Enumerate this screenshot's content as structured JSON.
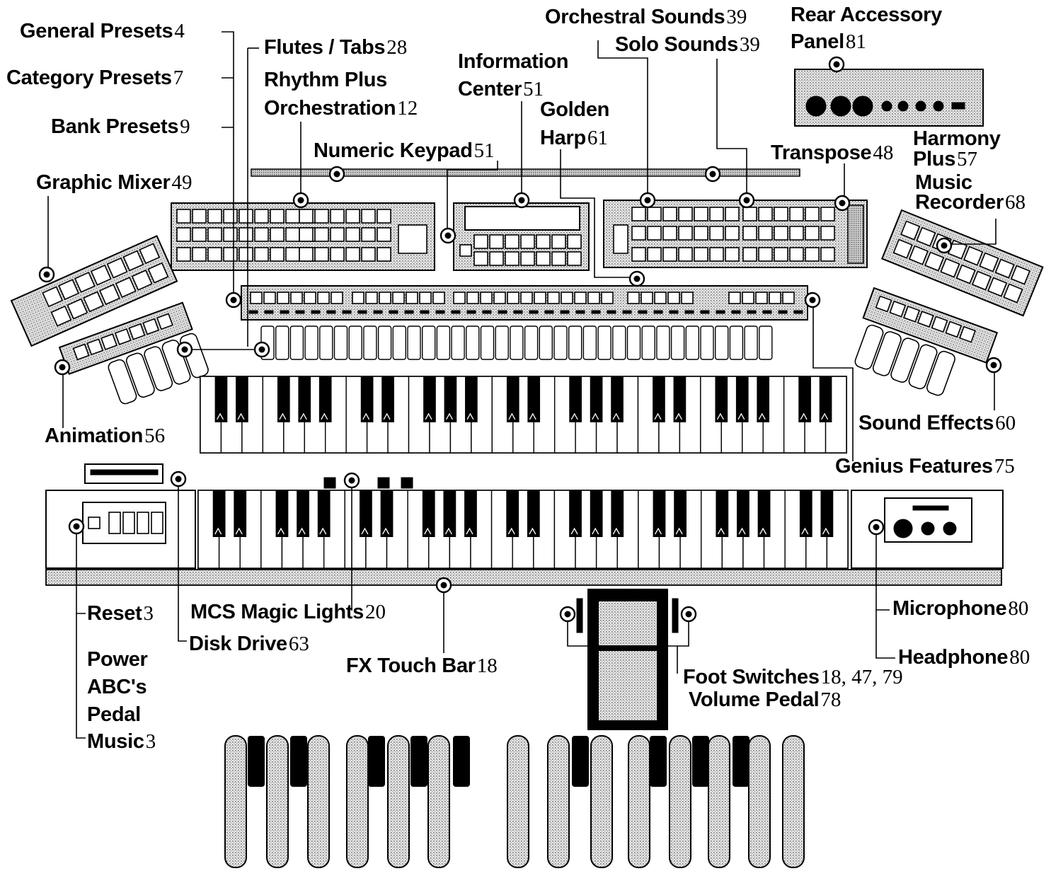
{
  "colors": {
    "ink": "#000000",
    "paper": "#ffffff",
    "screen_tone": "#c8c8c8"
  },
  "callouts": {
    "general_presets": {
      "name": "General Presets",
      "page": "4"
    },
    "category_presets": {
      "name": "Category Presets",
      "page": "7"
    },
    "bank_presets": {
      "name": "Bank Presets",
      "page": "9"
    },
    "flutes_tabs": {
      "name": "Flutes / Tabs",
      "page": "28"
    },
    "rhythm_plus_1": {
      "name": "Rhythm Plus"
    },
    "rhythm_plus_2": {
      "name": "Orchestration",
      "page": "12"
    },
    "information_center_1": {
      "name": "Information"
    },
    "information_center_2": {
      "name": "Center",
      "page": "51"
    },
    "golden_harp_1": {
      "name": "Golden"
    },
    "golden_harp_2": {
      "name": "Harp",
      "page": "61"
    },
    "orchestral_sounds": {
      "name": "Orchestral Sounds",
      "page": "39"
    },
    "solo_sounds": {
      "name": "Solo Sounds",
      "page": "39"
    },
    "rear_panel_1": {
      "name": "Rear Accessory"
    },
    "rear_panel_2": {
      "name": "Panel",
      "page": "81"
    },
    "numeric_keypad": {
      "name": "Numeric Keypad",
      "page": "51"
    },
    "transpose": {
      "name": "Transpose",
      "page": "48"
    },
    "harmony_plus_1": {
      "name": "Harmony"
    },
    "harmony_plus_2": {
      "name": "Plus",
      "page": "57"
    },
    "music_recorder_1": {
      "name": "Music"
    },
    "music_recorder_2": {
      "name": "Recorder",
      "page": "68"
    },
    "graphic_mixer": {
      "name": "Graphic Mixer",
      "page": "49"
    },
    "animation": {
      "name": "Animation",
      "page": "56"
    },
    "sound_effects": {
      "name": "Sound Effects",
      "page": "60"
    },
    "genius_features": {
      "name": "Genius Features",
      "page": "75"
    },
    "reset": {
      "name": "Reset",
      "page": "3"
    },
    "mcs_magic_lights": {
      "name": "MCS Magic Lights",
      "page": "20"
    },
    "disk_drive": {
      "name": "Disk Drive",
      "page": "63"
    },
    "fx_touch_bar": {
      "name": "FX Touch Bar",
      "page": "18"
    },
    "power_abc_1": {
      "name": "Power"
    },
    "power_abc_2": {
      "name": "ABC's"
    },
    "power_abc_3": {
      "name": "Pedal"
    },
    "power_abc_4": {
      "name": "Music",
      "page": "3"
    },
    "microphone": {
      "name": "Microphone",
      "page": "80"
    },
    "headphone": {
      "name": "Headphone",
      "page": "80"
    },
    "foot_switches": {
      "name": "Foot Switches",
      "page": "18, 47, 79"
    },
    "volume_pedal": {
      "name": "Volume Pedal",
      "page": "78"
    }
  }
}
